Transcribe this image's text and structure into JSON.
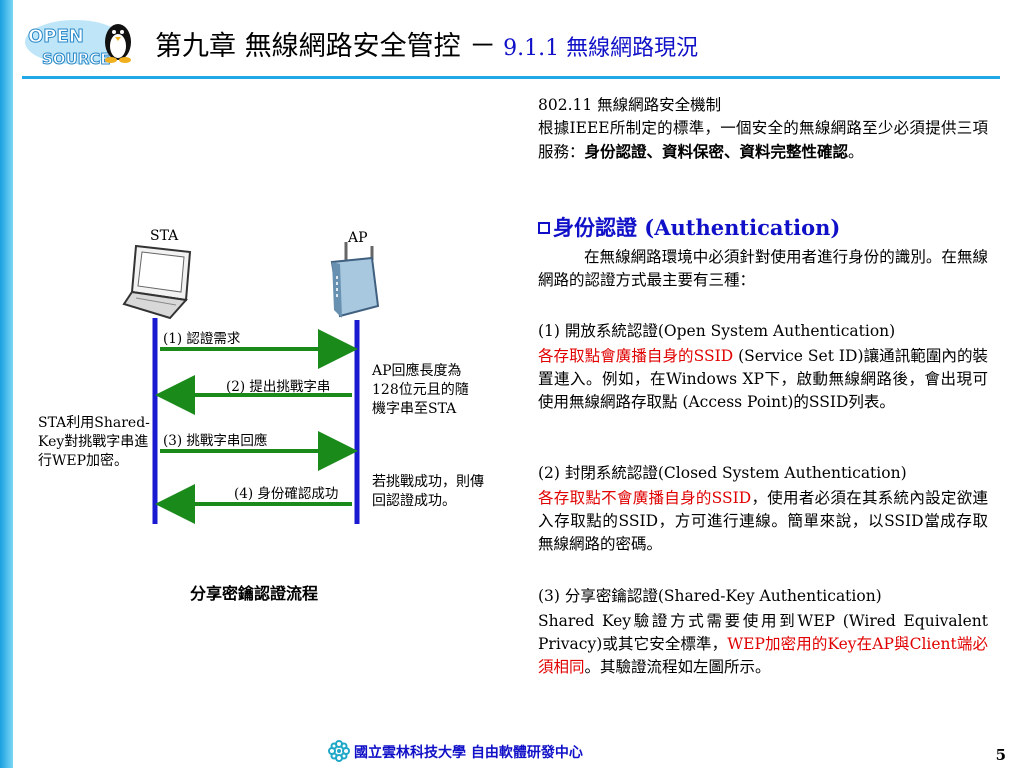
{
  "header": {
    "logo_text": "OPEN SOURCE",
    "title_main": "第九章 無線網路安全管控 －",
    "title_sub": " 9.1.1 無線網路現況"
  },
  "right": {
    "p1": "802.11 無線網路安全機制",
    "p2_a": "根據IEEE所制定的標準，一個安全的無線網路至少必須提供三項服務：",
    "p2_b": "身份認證、資料保密、資料完整性確認",
    "p2_c": "。",
    "section_title": "身份認證 (Authentication)",
    "p3": "在無線網路環境中必須針對使用者進行身份的識別。在無線網路的認證方式最主要有三種：",
    "m1_title": "(1) 開放系統認證(Open System Authentication)",
    "m1_red": "各存取點會廣播自身的SSID",
    "m1_body": " (Service Set ID)讓通訊範圍內的裝置連入。例如，在Windows XP下，啟動無線網路後，會出現可使用無線網路存取點 (Access Point)的SSID列表。",
    "m2_title": "(2) 封閉系統認證(Closed System Authentication)",
    "m2_red": "各存取點不會廣播自身的SSID",
    "m2_body": "，使用者必須在其系統內設定欲連入存取點的SSID，方可進行連線。簡單來說，以SSID當成存取無線網路的密碼。",
    "m3_title": "(3) 分享密鑰認證(Shared-Key Authentication)",
    "m3_a": "Shared Key驗證方式需要使用到WEP (Wired Equivalent Privacy)或其它安全標準，",
    "m3_red": "WEP加密用的Key在AP與Client端必須相同",
    "m3_b": "。其驗證流程如左圖所示。"
  },
  "diagram": {
    "sta_label": "STA",
    "ap_label": "AP",
    "step1": "(1) 認證需求",
    "step2": "(2) 提出挑戰字串",
    "step3": "(3) 挑戰字串回應",
    "step4": "(4) 身份確認成功",
    "note_ap": "AP回應長度為128位元且的隨機字串至STA",
    "note_sta": "STA利用Shared-Key對挑戰字串進行WEP加密。",
    "note_success": "若挑戰成功，則傳回認證成功。",
    "caption": "分享密鑰認證流程"
  },
  "footer": {
    "text": "國立雲林科技大學 自由軟體研發中心",
    "page": "5"
  },
  "colors": {
    "accent_blue": "#1010c8",
    "rule_cyan": "#20a8e8",
    "arrow_green": "#1a8a1a",
    "line_blue": "#1a1ad0",
    "highlight_red": "#e00000"
  }
}
